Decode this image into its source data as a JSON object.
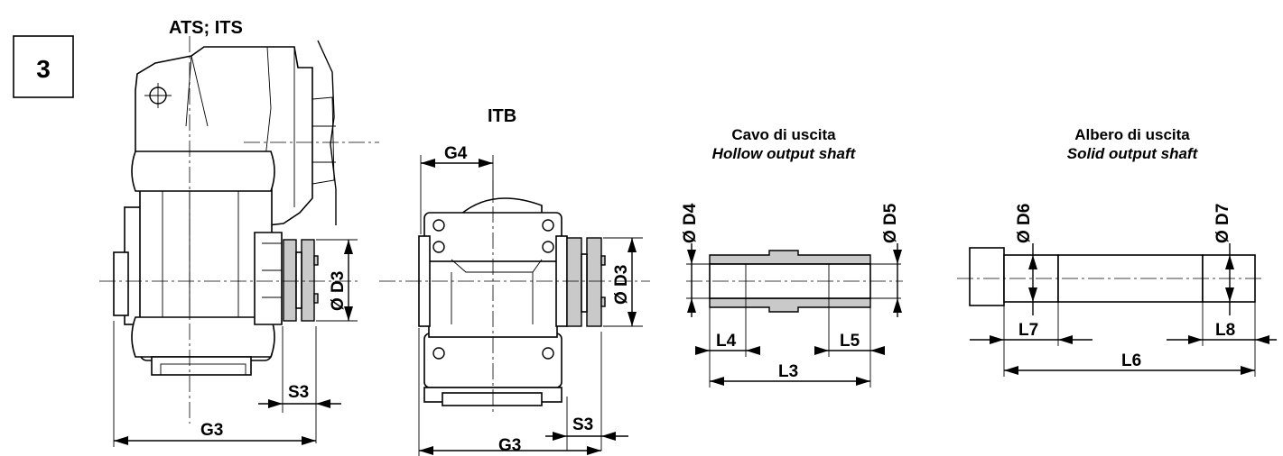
{
  "figure_number": "3",
  "views": {
    "ats_its": {
      "title": "ATS; ITS",
      "labels": {
        "d3": "Ø D3",
        "s3": "S3",
        "g3": "G3"
      }
    },
    "itb": {
      "title": "ITB",
      "labels": {
        "g4": "G4",
        "d3": "Ø D3",
        "s3": "S3",
        "g3": "G3"
      }
    },
    "hollow_shaft": {
      "title": "Cavo di uscita",
      "subtitle": "Hollow output shaft",
      "labels": {
        "d4": "Ø D4",
        "d5": "Ø D5",
        "l4": "L4",
        "l5": "L5",
        "l3": "L3"
      }
    },
    "solid_shaft": {
      "title": "Albero di uscita",
      "subtitle": "Solid output shaft",
      "labels": {
        "d6": "Ø D6",
        "d7": "Ø D7",
        "l7": "L7",
        "l8": "L8",
        "l6": "L6"
      }
    }
  }
}
